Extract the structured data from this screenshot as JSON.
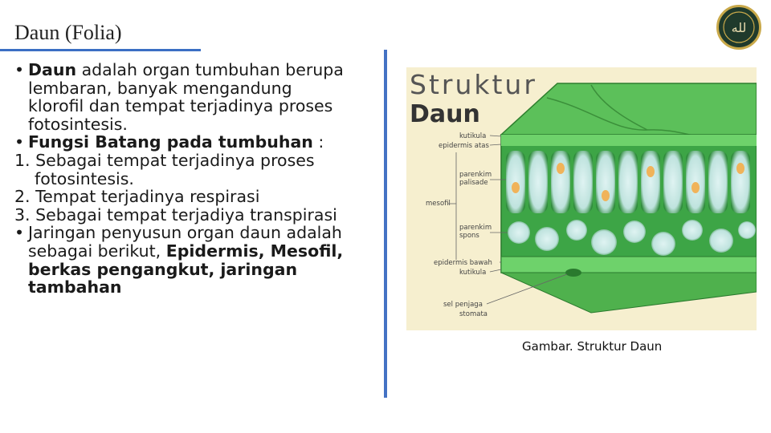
{
  "slide": {
    "title": "Daun (Folia)",
    "logo_text": "ﻟﻠﻪ"
  },
  "body": {
    "p1_bold": "Daun",
    "p1_rest": " adalah organ tumbuhan berupa",
    "p1_l2": "lembaran, banyak mengandung",
    "p1_l3": "klorofil dan tempat terjadinya proses",
    "p1_l4": "fotosintesis.",
    "p2_bold": "Fungsi Batang pada tumbuhan",
    "p2_rest": " :",
    "n1_l1": "1. Sebagai tempat terjadinya proses",
    "n1_l2": "fotosintesis.",
    "n2": "2. Tempat terjadinya respirasi",
    "n3": "3. Sebagai tempat terjadiya transpirasi",
    "p3_l1": "Jaringan penyusun organ daun adalah",
    "p3_l2a": "sebagai berikut, ",
    "p3_l2b": "Epidermis, Mesofil,",
    "p3_l3": "berkas pengangkut, jaringan",
    "p3_l4": "tambahan",
    "bullet": "•"
  },
  "diagram": {
    "heading1": "Struktur",
    "heading2": "Daun",
    "labels": {
      "kutikula_top": "kutikula",
      "epidermis_atas": "epidermis atas",
      "parenkim_palisade_1": "parenkim",
      "parenkim_palisade_2": "palisade",
      "mesofil": "mesofil",
      "parenkim_spons_1": "parenkim",
      "parenkim_spons_2": "spons",
      "epidermis_bawah": "epidermis bawah",
      "kutikula_bottom": "kutikula",
      "sel_penjaga": "sel penjaga",
      "stomata": "stomata"
    },
    "caption": "Gambar. Struktur Daun"
  }
}
